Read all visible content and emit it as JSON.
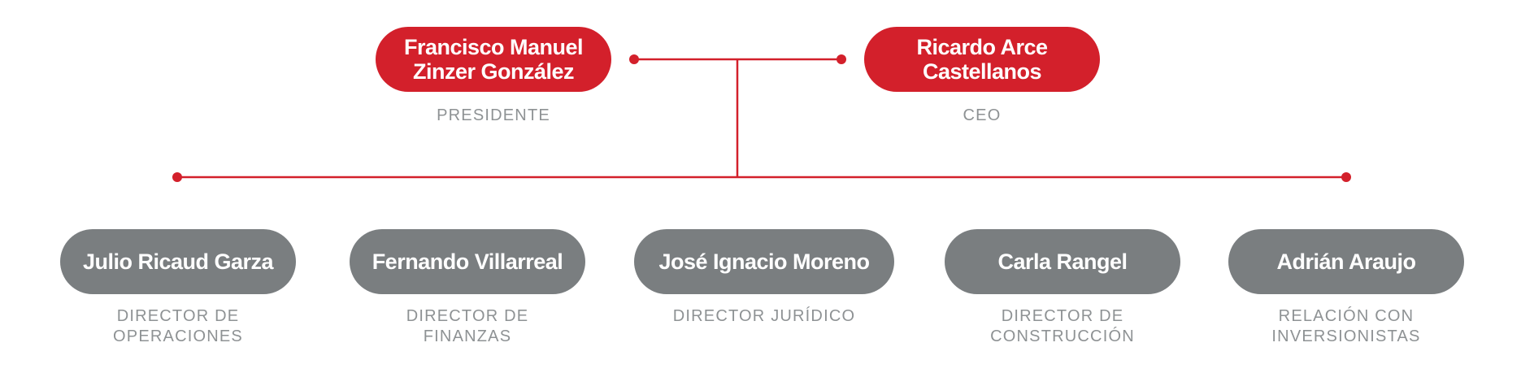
{
  "colors": {
    "accent": "#d3202b",
    "pill_gray": "#7a7e80",
    "role_text": "#8e9294"
  },
  "leadership": [
    {
      "name": "Francisco Manuel\nZinzer González",
      "role": "PRESIDENTE"
    },
    {
      "name": "Ricardo Arce\nCastellanos",
      "role": "CEO"
    }
  ],
  "directors": [
    {
      "name": "Julio Ricaud Garza",
      "role": "DIRECTOR DE\nOPERACIONES"
    },
    {
      "name": "Fernando Villarreal",
      "role": "DIRECTOR DE\nFINANZAS"
    },
    {
      "name": "José Ignacio Moreno",
      "role": "DIRECTOR JURÍDICO"
    },
    {
      "name": "Carla Rangel",
      "role": "DIRECTOR DE\nCONSTRUCCIÓN"
    },
    {
      "name": "Adrián Araujo",
      "role": "RELACIÓN CON\nINVERSIONISTAS"
    }
  ]
}
